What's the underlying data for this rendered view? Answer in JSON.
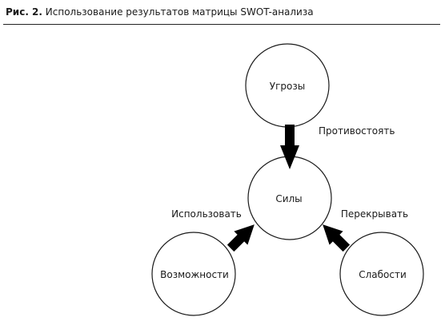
{
  "figure": {
    "label": "Рис. 2.",
    "title": "Использование результатов матрицы SWOT-анализа"
  },
  "nodes": {
    "threats": "Угрозы",
    "strengths": "Силы",
    "opportunities": "Возможности",
    "weaknesses": "Слабости"
  },
  "edges": {
    "counter": "Противостоять",
    "use": "Использовать",
    "cover": "Перекрывать"
  },
  "colors": {
    "line": "#1a1a1a",
    "arrow": "#000000"
  }
}
